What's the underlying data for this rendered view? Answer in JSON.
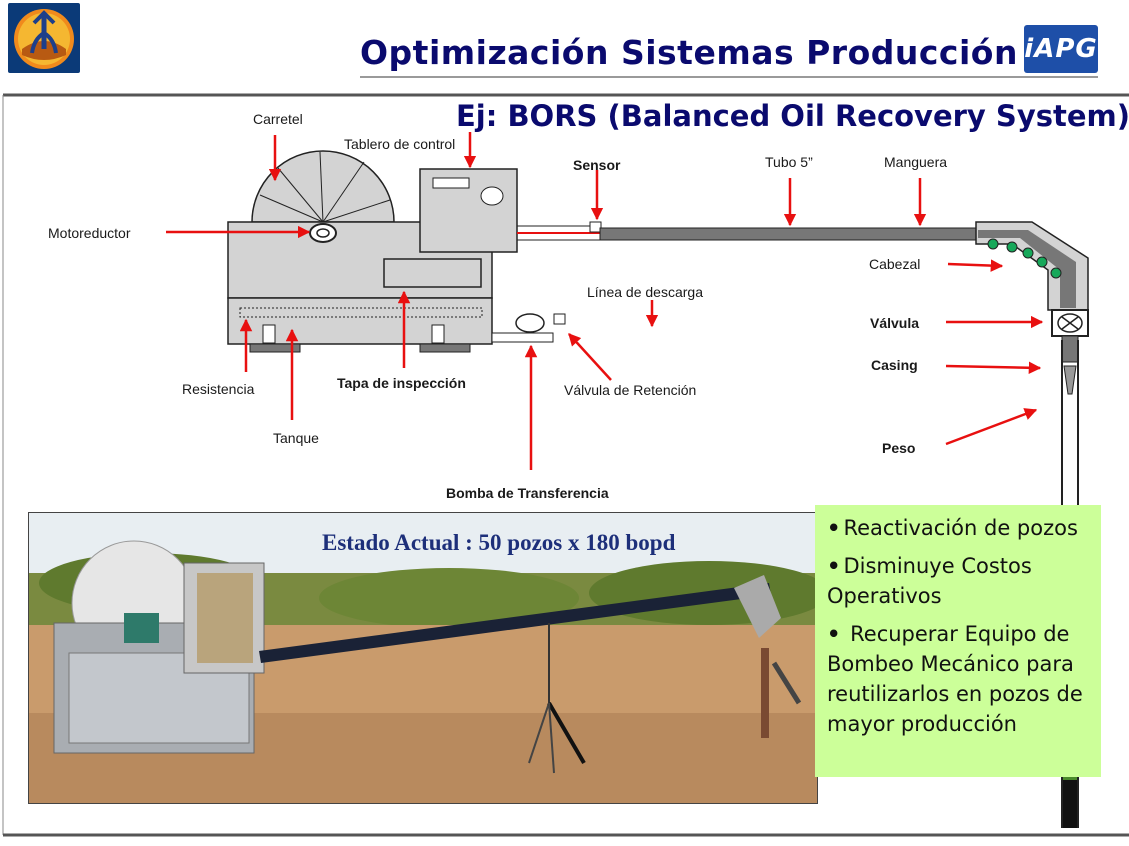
{
  "header": {
    "title": "Optimización Sistemas Producción",
    "right_logo_text": "iAPG"
  },
  "subtitle": "Ej: BORS (Balanced Oil Recovery System)",
  "labels": {
    "carretel": "Carretel",
    "tablero": "Tablero de control",
    "sensor": "Sensor",
    "tubo": "Tubo 5”",
    "manguera": "Manguera",
    "motoreductor": "Motoreductor",
    "cabezal": "Cabezal",
    "linea_descarga": "Línea de descarga",
    "valvula": "Válvula",
    "casing": "Casing",
    "resistencia": "Resistencia",
    "tapa": "Tapa de inspección",
    "valvula_retencion": "Válvula de Retención",
    "tanque": "Tanque",
    "peso": "Peso",
    "bomba": "Bomba de Transferencia"
  },
  "photo": {
    "caption": "Estado Actual : 50 pozos x 180 bopd"
  },
  "bullets": [
    "Reactivación de pozos",
    "Disminuye Costos Operativos",
    "Recuperar Equipo de Bombeo Mecánico para reutilizarlos en pozos de mayor producción"
  ],
  "colors": {
    "title": "#0a0a6e",
    "arrow": "#e81010",
    "bullet_box": "#ccff99",
    "equipment": "#d3d3d3"
  }
}
